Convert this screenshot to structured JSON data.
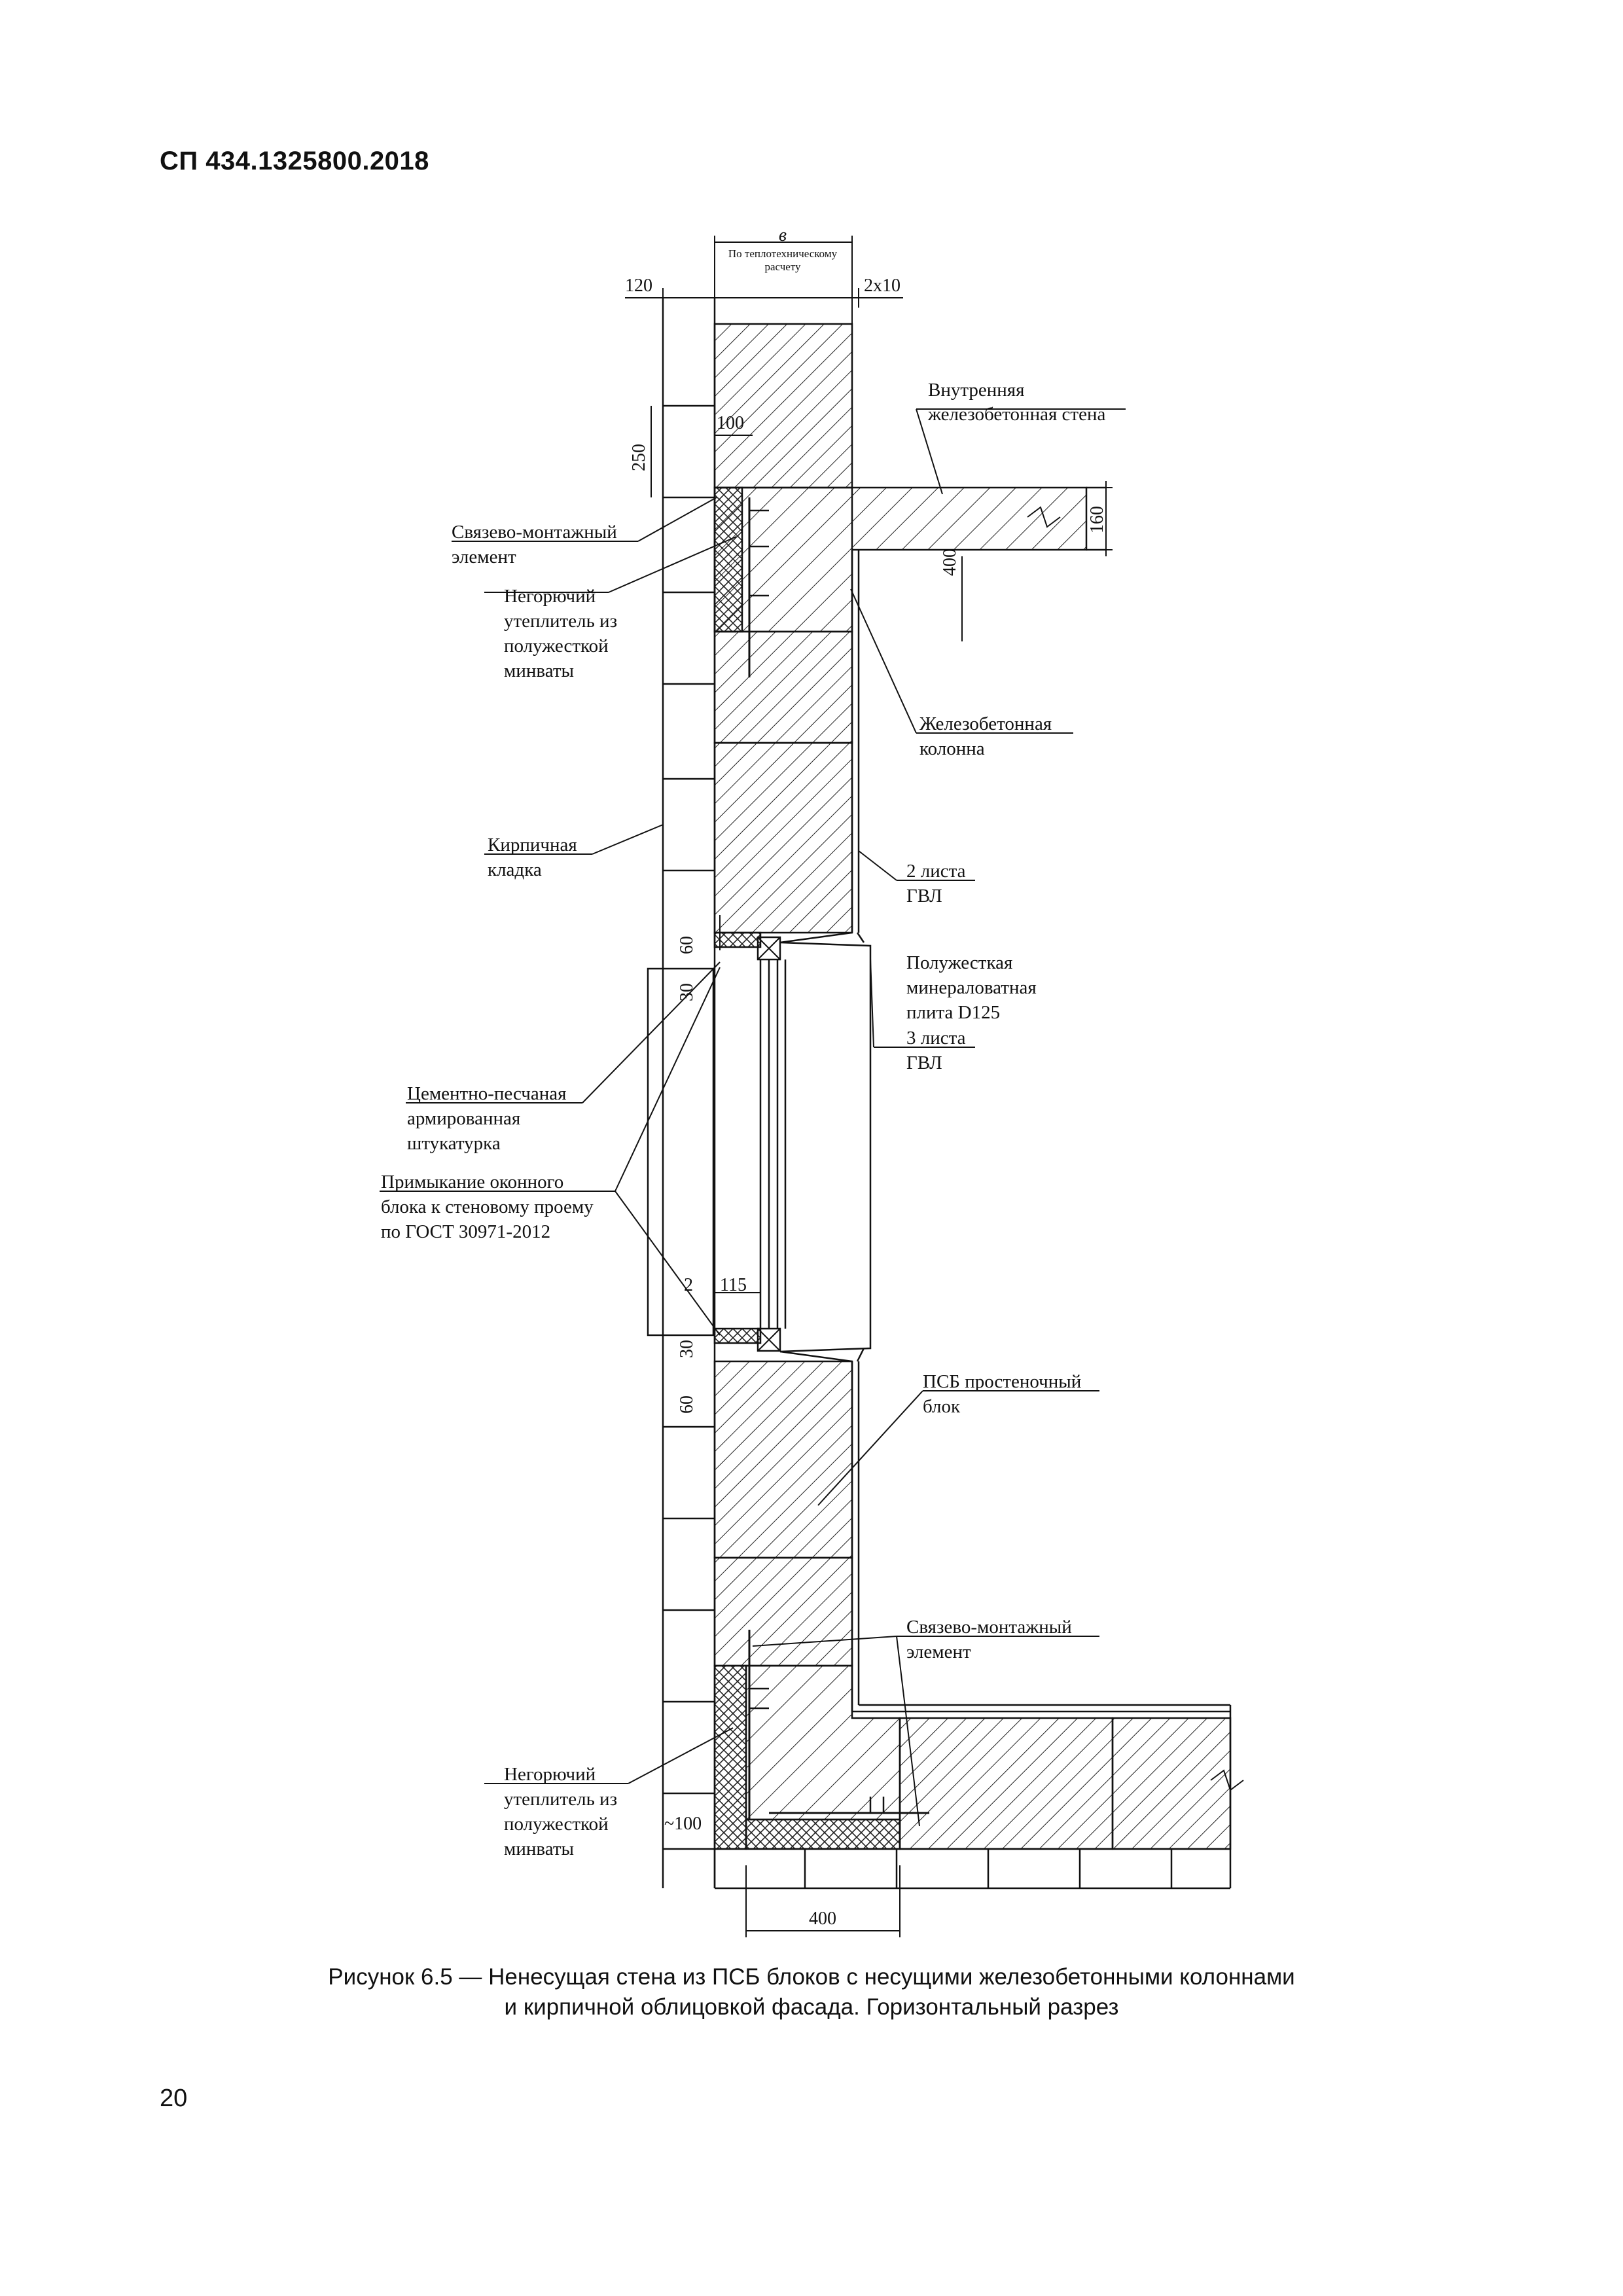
{
  "header": {
    "doc_code": "СП 434.1325800.2018"
  },
  "figure": {
    "caption_line1": "Рисунок 6.5 — Ненесущая стена из ПСБ блоков с несущими железобетонными колоннами",
    "caption_line2": "и кирпичной облицовкой фасада. Горизонтальный разрез",
    "top_dims": {
      "b_symbol": "в",
      "b_note_1": "По теплотехническому",
      "b_note_2": "расчету",
      "left": "120",
      "right": "2х10"
    },
    "dims": {
      "d250": "250",
      "d100_top": "100",
      "d160": "160",
      "d400_v": "400",
      "d60_top": "60",
      "d30_top": "30",
      "d2": "2",
      "d115": "115",
      "d30_bot": "30",
      "d60_bot": "60",
      "d100_bot": "~100",
      "d400_bot": "400"
    },
    "labels": {
      "inner_wall_1": "Внутренняя",
      "inner_wall_2": "железобетонная стена",
      "tie_top_1": "Связево-монтажный",
      "tie_top_2": "элемент",
      "insul_top_1": "Негорючий",
      "insul_top_2": "утеплитель из",
      "insul_top_3": "полужесткой",
      "insul_top_4": "минваты",
      "column_1": "Железобетонная",
      "column_2": "колонна",
      "brick_1": "Кирпичная",
      "brick_2": "кладка",
      "gvl2_1": "2 листа",
      "gvl2_2": "ГВЛ",
      "mw_1": "Полужесткая",
      "mw_2": "минераловатная",
      "mw_3": "плита D125",
      "gvl3_1": "3 листа",
      "gvl3_2": "ГВЛ",
      "plaster_1": "Цементно-песчаная",
      "plaster_2": "армированная",
      "plaster_3": "штукатурка",
      "window_1": "Примыкание оконного",
      "window_2": "блока к стеновому проему",
      "window_3": "по ГОСТ 30971-2012",
      "psb_1": "ПСБ простеночный",
      "psb_2": "блок",
      "tie_bot_1": "Связево-монтажный",
      "tie_bot_2": "элемент",
      "insul_bot_1": "Негорючий",
      "insul_bot_2": "утеплитель из",
      "insul_bot_3": "полужесткой",
      "insul_bot_4": "минваты"
    }
  },
  "page_number": "20"
}
